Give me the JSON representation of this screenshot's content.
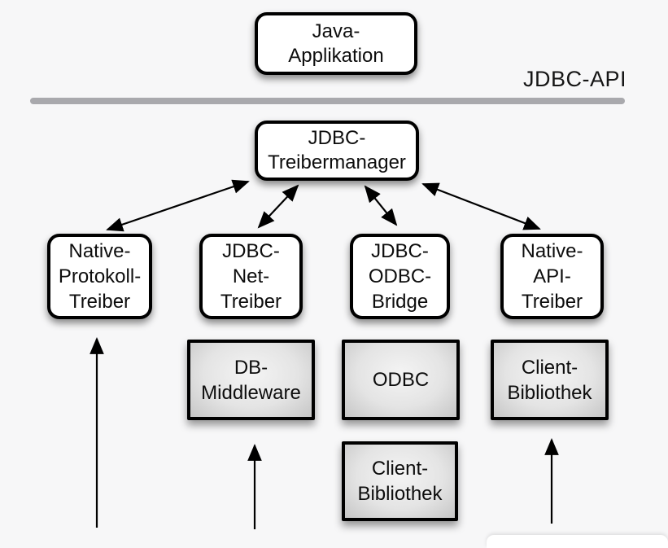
{
  "api_label": "JDBC-API",
  "colors": {
    "background": "#f7f7f8",
    "box_fill": "#ffffff",
    "box_border": "#000000",
    "gray_box_center": "#f4f4f4",
    "gray_box_edge": "#c6c6c6",
    "divider_line": "#a9a9ad",
    "arrow": "#000000",
    "text": "#0d0d0d"
  },
  "nodes": {
    "java_application": {
      "label": "Java-\nApplikation"
    },
    "jdbc_treibermanager": {
      "label": "JDBC-\nTreibermanager"
    },
    "native_protokoll_treiber": {
      "label": "Native-\nProtokoll-\nTreiber"
    },
    "jdbc_net_treiber": {
      "label": "JDBC-\nNet-\nTreiber"
    },
    "jdbc_odbc_bridge": {
      "label": "JDBC-\nODBC-\nBridge"
    },
    "native_api_treiber": {
      "label": "Native-\nAPI-\nTreiber"
    },
    "db_middleware": {
      "label": "DB-\nMiddleware"
    },
    "odbc": {
      "label": "ODBC"
    },
    "client_bibliothek_right": {
      "label": "Client-\nBibliothek"
    },
    "client_bibliothek_bottom": {
      "label": "Client-\nBibliothek"
    }
  },
  "edges": {
    "treibermanager_native_protokoll": "bidirectional",
    "treibermanager_jdbc_net": "bidirectional",
    "treibermanager_jdbc_odbc": "bidirectional",
    "treibermanager_native_api": "bidirectional",
    "up_into_native_protokoll": "up",
    "up_into_db_middleware": "up",
    "up_into_client_bibliothek_right": "up"
  }
}
